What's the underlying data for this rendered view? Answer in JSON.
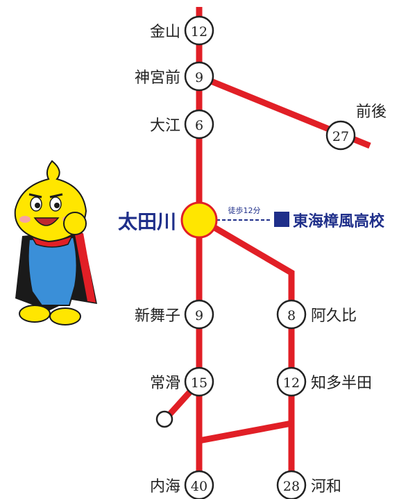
{
  "map": {
    "line_color": "#e11f26",
    "hub_color": "#ffe600",
    "hub_text_color": "#1f2f8a",
    "school_color": "#1f2f8a",
    "stations": {
      "kanayama": {
        "name": "金山",
        "minutes": "12"
      },
      "jingumae": {
        "name": "神宮前",
        "minutes": "9"
      },
      "oe": {
        "name": "大江",
        "minutes": "6"
      },
      "zengo": {
        "name": "前後",
        "minutes": "27"
      },
      "otagawa": {
        "name": "太田川"
      },
      "shinmaiko": {
        "name": "新舞子",
        "minutes": "9"
      },
      "tokoname": {
        "name": "常滑",
        "minutes": "15"
      },
      "utsumi": {
        "name": "内海",
        "minutes": "40"
      },
      "agui": {
        "name": "阿久比",
        "minutes": "8"
      },
      "chitahanda": {
        "name": "知多半田",
        "minutes": "12"
      },
      "kowa": {
        "name": "河和",
        "minutes": "28"
      }
    },
    "walk": {
      "label": "徒歩12分"
    },
    "school": {
      "name": "東海樟風高校"
    }
  }
}
